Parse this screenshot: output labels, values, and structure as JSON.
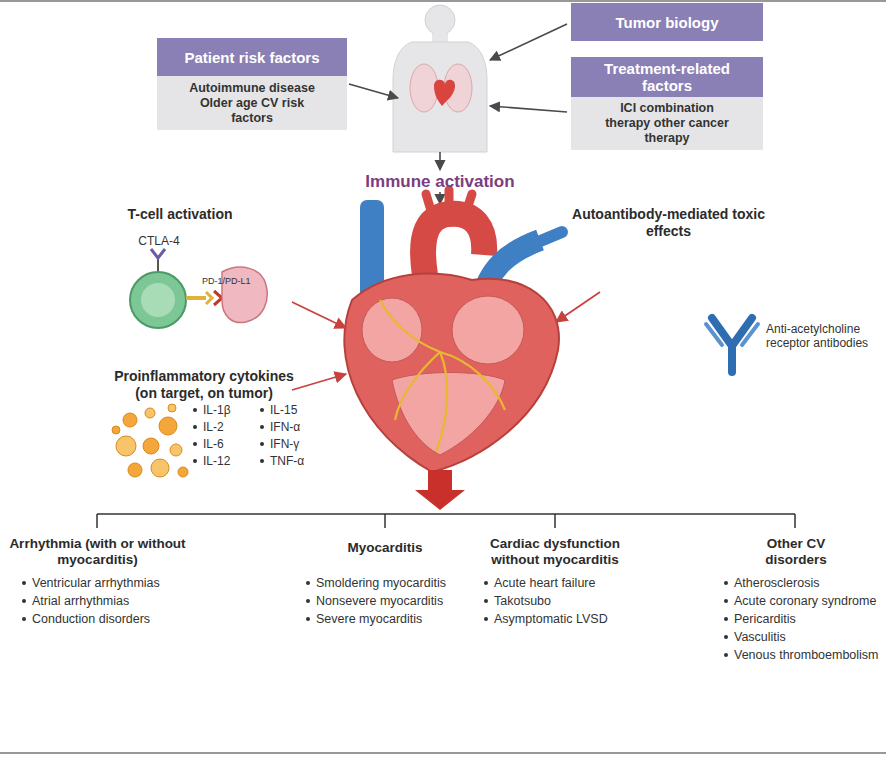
{
  "diagram": {
    "nodes": [
      {
        "text": [
          "Patient risk factors",
          "Autoimmune disease Older age CV risk factors"
        ]
      },
      {
        "text": [
          "Tumor biology"
        ]
      },
      {
        "text": [
          "Treatment-related factors",
          "ICI combination therapy other cancer therapy"
        ]
      }
    ],
    "labels": [
      "Immune activation",
      "T-cell activation",
      "CTLA-4",
      "PD-1/PD-L1",
      "Autoantibody-mediated toxic effects",
      "Proinflammatory cytokines (on target, on tumor)",
      "IL-1β",
      "IL-2",
      "IL-6",
      "IL-12",
      "IL-15",
      "IFN-α",
      "IFN-γ",
      "TNF-α",
      "Anti-acetylcholine receptor antibodies",
      "Arrhythmia (with or without myocarditis)",
      "Ventricular arrhythmias",
      "Atrial arrhythmias",
      "Conduction disorders",
      "Myocarditis",
      "Smoldering myocarditis",
      "Nonsevere myocarditis",
      "Severe myocarditis",
      "Cardiac dysfunction without myocarditis",
      "Acute heart failure",
      "Takotsubo",
      "Asymptomatic LVSD",
      "Other CV disorders",
      "Atherosclerosis",
      "Acute coronary syndrome",
      "Pericarditis",
      "Vasculitis",
      "Venous thromboembolism"
    ]
  }
}
